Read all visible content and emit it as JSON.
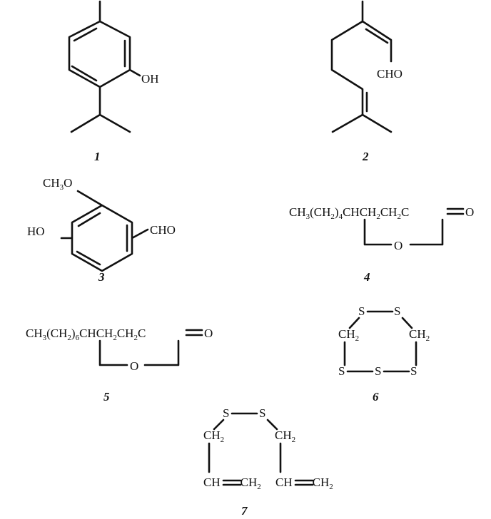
{
  "compounds": [
    {
      "number": "1",
      "labels": {
        "oh": "OH"
      }
    },
    {
      "number": "2",
      "labels": {
        "cho": "CHO"
      }
    },
    {
      "number": "3",
      "labels": {
        "methoxy": "CH",
        "methoxy_sub": "3",
        "methoxy_o": "O",
        "ho": "HO",
        "cho": "CHO"
      }
    },
    {
      "number": "4",
      "labels": {
        "chain_a": "CH",
        "sub1": "3",
        "chain_b": "(CH",
        "sub2": "2",
        "chain_c": ")",
        "sub3": "4",
        "chain_d": "CHCH",
        "sub4": "2",
        "chain_e": "CH",
        "sub5": "2",
        "chain_f": "C",
        "ring_o": "O",
        "carbonyl_o": "O"
      }
    },
    {
      "number": "5",
      "labels": {
        "chain_a": "CH",
        "sub1": "3",
        "chain_b": "(CH",
        "sub2": "2",
        "chain_c": ")",
        "sub3": "6",
        "chain_d": "CHCH",
        "sub4": "2",
        "chain_e": "CH",
        "sub5": "2",
        "chain_f": "C",
        "ring_o": "O",
        "carbonyl_o": "O"
      }
    },
    {
      "number": "6",
      "labels": {
        "s1": "S",
        "s2": "S",
        "s3": "S",
        "s4": "S",
        "s5": "S",
        "ch2_left": "CH",
        "ch2_left_sub": "2",
        "ch2_right": "CH",
        "ch2_right_sub": "2"
      }
    },
    {
      "number": "7",
      "labels": {
        "s1": "S",
        "s2": "S",
        "ch2_left": "CH",
        "ch2_left_sub": "2",
        "ch2_right": "CH",
        "ch2_right_sub": "2",
        "vinyl_left_a": "CH",
        "vinyl_left_b": "CH",
        "vinyl_left_sub": "2",
        "vinyl_right_a": "CH",
        "vinyl_right_b": "CH",
        "vinyl_right_sub": "2"
      }
    }
  ]
}
